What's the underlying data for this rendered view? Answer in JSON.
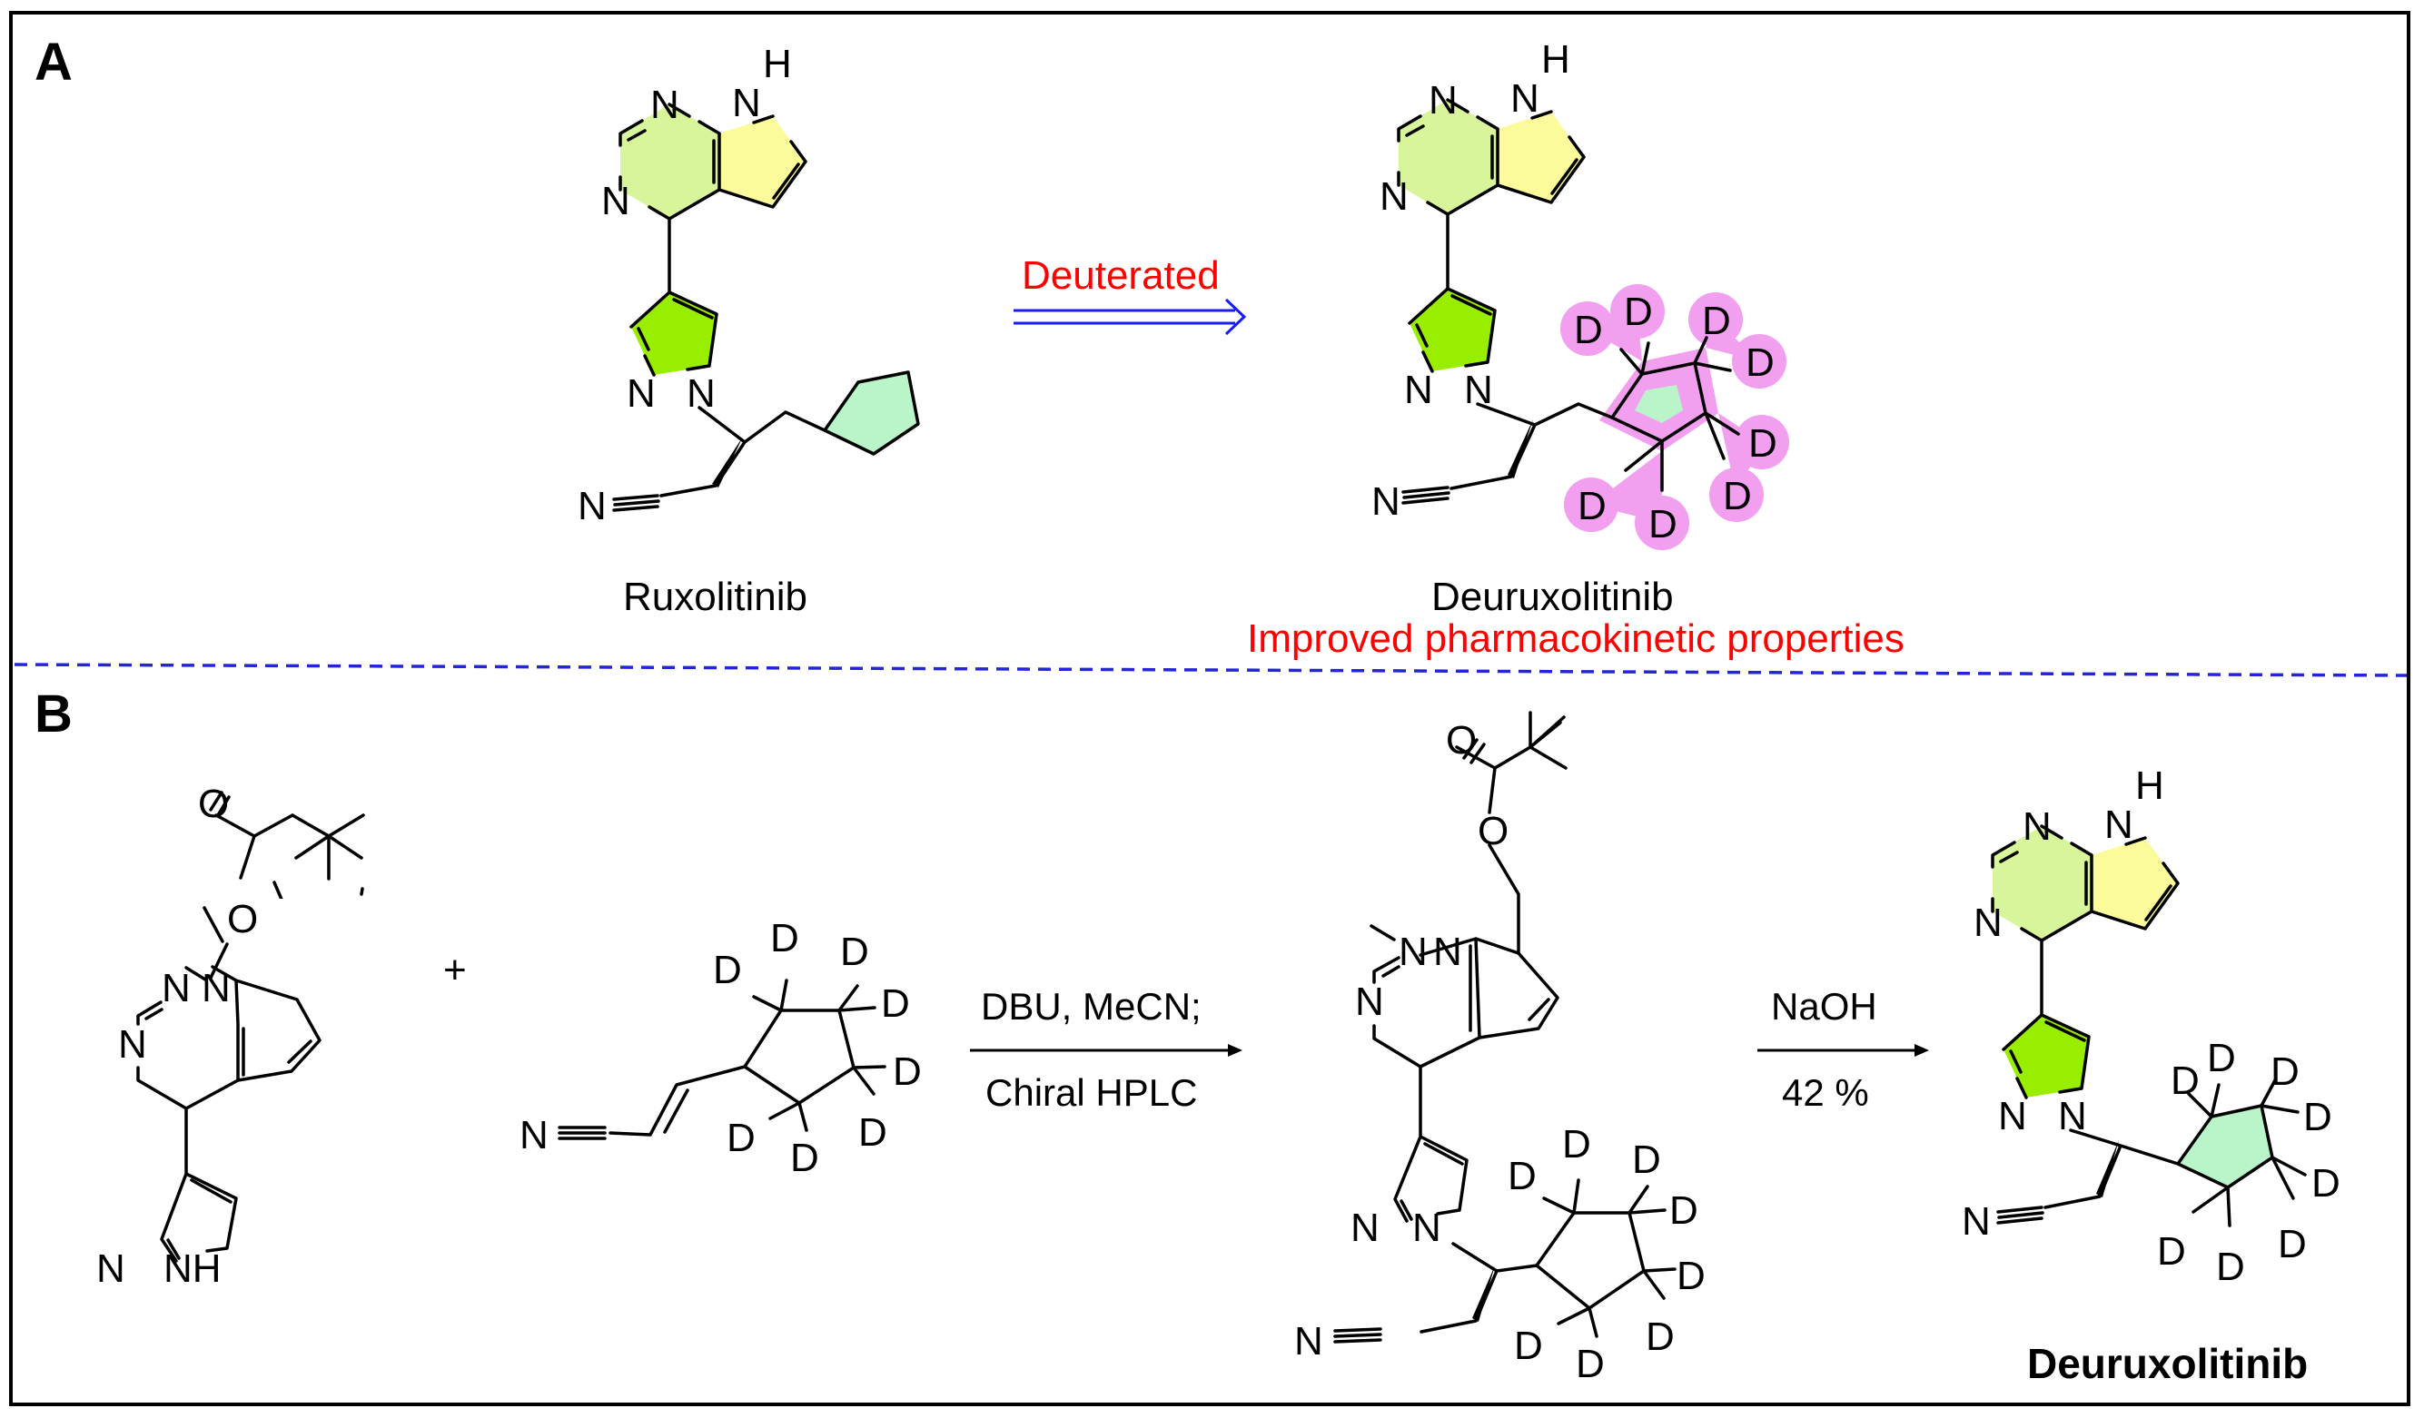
{
  "panels": {
    "a": "A",
    "b": "B"
  },
  "panel_a": {
    "arrow_label": "Deuterated",
    "left_name": "Ruxolitinib",
    "right_name": "Deuruxolitinib",
    "right_note": "Improved pharmacokinetic properties"
  },
  "panel_b": {
    "plus": "+",
    "step1_top": "DBU, MeCN;",
    "step1_bottom": "Chiral HPLC",
    "step2_top": "NaOH",
    "step2_bottom": "42 %",
    "product_name": "Deuruxolitinib"
  },
  "atoms": {
    "N": "N",
    "H": "H",
    "NH": "NH",
    "O": "O",
    "D": "D"
  },
  "colors": {
    "pyrimidine": "#d9f59b",
    "pyrrole": "#fbfb9c",
    "pyrazole": "#99ee00",
    "cyclopentane": "#b9f5c8",
    "deuterium_highlight": "#f29ff0",
    "red_text": "#ff0000",
    "arrow_blue": "#1a1aff",
    "divider": "#2424d8"
  }
}
